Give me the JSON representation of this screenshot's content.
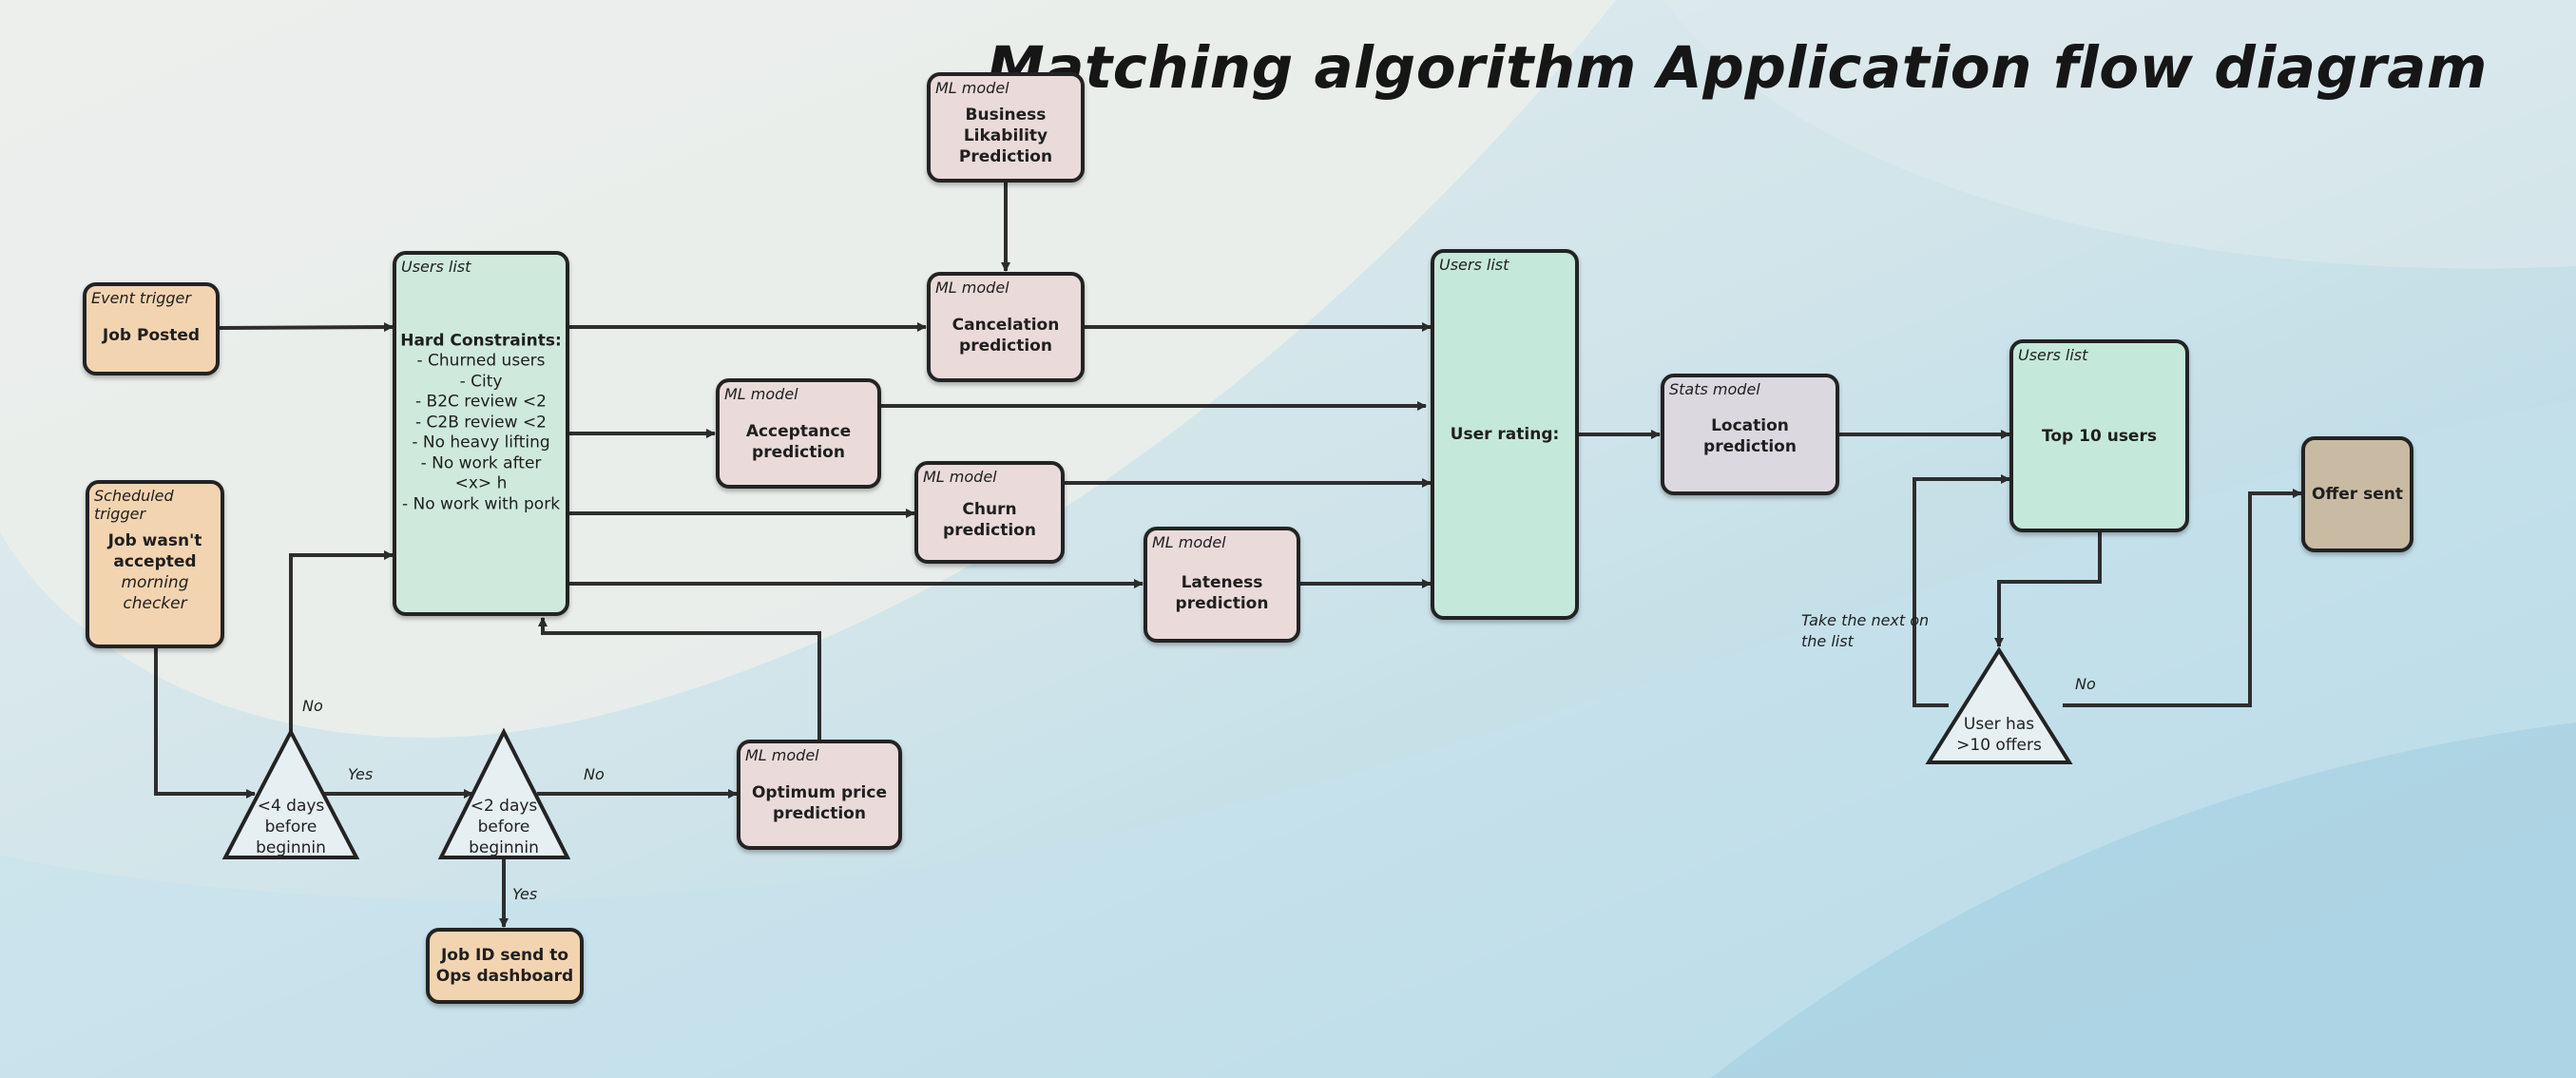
{
  "title": "Matching algorithm Application flow diagram",
  "colors": {
    "trigger_fill": "#f3d4b1",
    "ml_fill": "#eadada",
    "users_list_fill": "#cfe9dd",
    "stats_fill": "#dcd8e0",
    "offer_fill": "#c9bba3",
    "background": "#c4e0e9",
    "stroke": "#232323"
  },
  "nodes": {
    "job_posted": {
      "tag": "Event trigger",
      "label": "Job Posted"
    },
    "job_not_accepted": {
      "tag": "Scheduled trigger",
      "label": "Job wasn't accepted",
      "sub": "morning checker"
    },
    "hard_constraints": {
      "tag": "Users list",
      "heading": "Hard Constraints:",
      "items": [
        "- Churned users",
        "- City",
        "- B2C review <2",
        "- C2B review <2",
        "- No heavy lifting",
        "- No work after <x> h",
        "- No work with pork"
      ]
    },
    "business_likability": {
      "tag": "ML model",
      "label": "Business Likability Prediction"
    },
    "cancelation": {
      "tag": "ML model",
      "label": "Cancelation prediction"
    },
    "acceptance": {
      "tag": "ML model",
      "label": "Acceptance prediction"
    },
    "churn": {
      "tag": "ML model",
      "label": "Churn prediction"
    },
    "lateness": {
      "tag": "ML model",
      "label": "Lateness prediction"
    },
    "optimum_price": {
      "tag": "ML model",
      "label": "Optimum price prediction"
    },
    "user_rating": {
      "tag": "Users list",
      "label": "User rating:"
    },
    "location": {
      "tag": "Stats model",
      "label": "Location prediction"
    },
    "top10": {
      "tag": "Users list",
      "label": "Top 10 users"
    },
    "offer_sent": {
      "label": "Offer sent"
    },
    "ops_dashboard": {
      "label": "Job ID send to Ops dashboard"
    }
  },
  "decisions": {
    "lt4": [
      "<4 days",
      "before",
      "beginnin"
    ],
    "lt2": [
      "<2 days",
      "before",
      "beginnin"
    ],
    "offers": [
      "User has",
      ">10 offers"
    ]
  },
  "edge_labels": {
    "lt4_no": "No",
    "lt4_yes": "Yes",
    "lt2_no": "No",
    "lt2_yes": "Yes",
    "offers_no": "No",
    "take_next": [
      "Take the next on",
      "the list"
    ]
  }
}
